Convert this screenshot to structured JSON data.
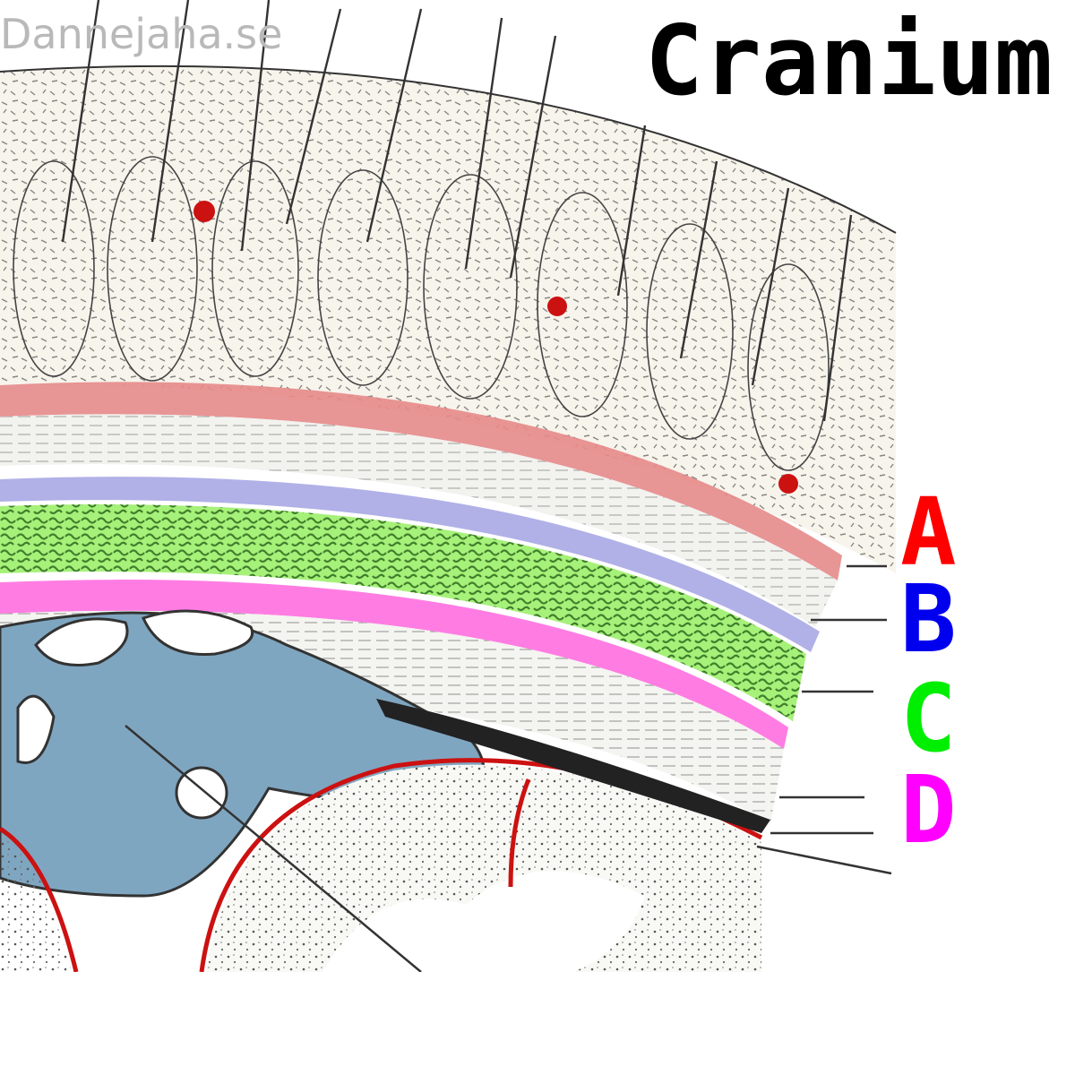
{
  "watermark": "Dannejaha.se",
  "title": "Cranium",
  "layers": [
    {
      "label": "A",
      "color": "#ff0000",
      "band_color": "#e58a8a"
    },
    {
      "label": "B",
      "color": "#0000ee",
      "band_color": "#a8a8e6"
    },
    {
      "label": "C",
      "color": "#00ee00",
      "band_color": "#9cf06a"
    },
    {
      "label": "D",
      "color": "#ff00ff",
      "band_color": "#ff6fe0"
    }
  ],
  "colors": {
    "bone_texture": "#2e6b1e",
    "ventricle": "#7fa6c0",
    "vessel": "#cc1111",
    "ink": "#333333"
  }
}
